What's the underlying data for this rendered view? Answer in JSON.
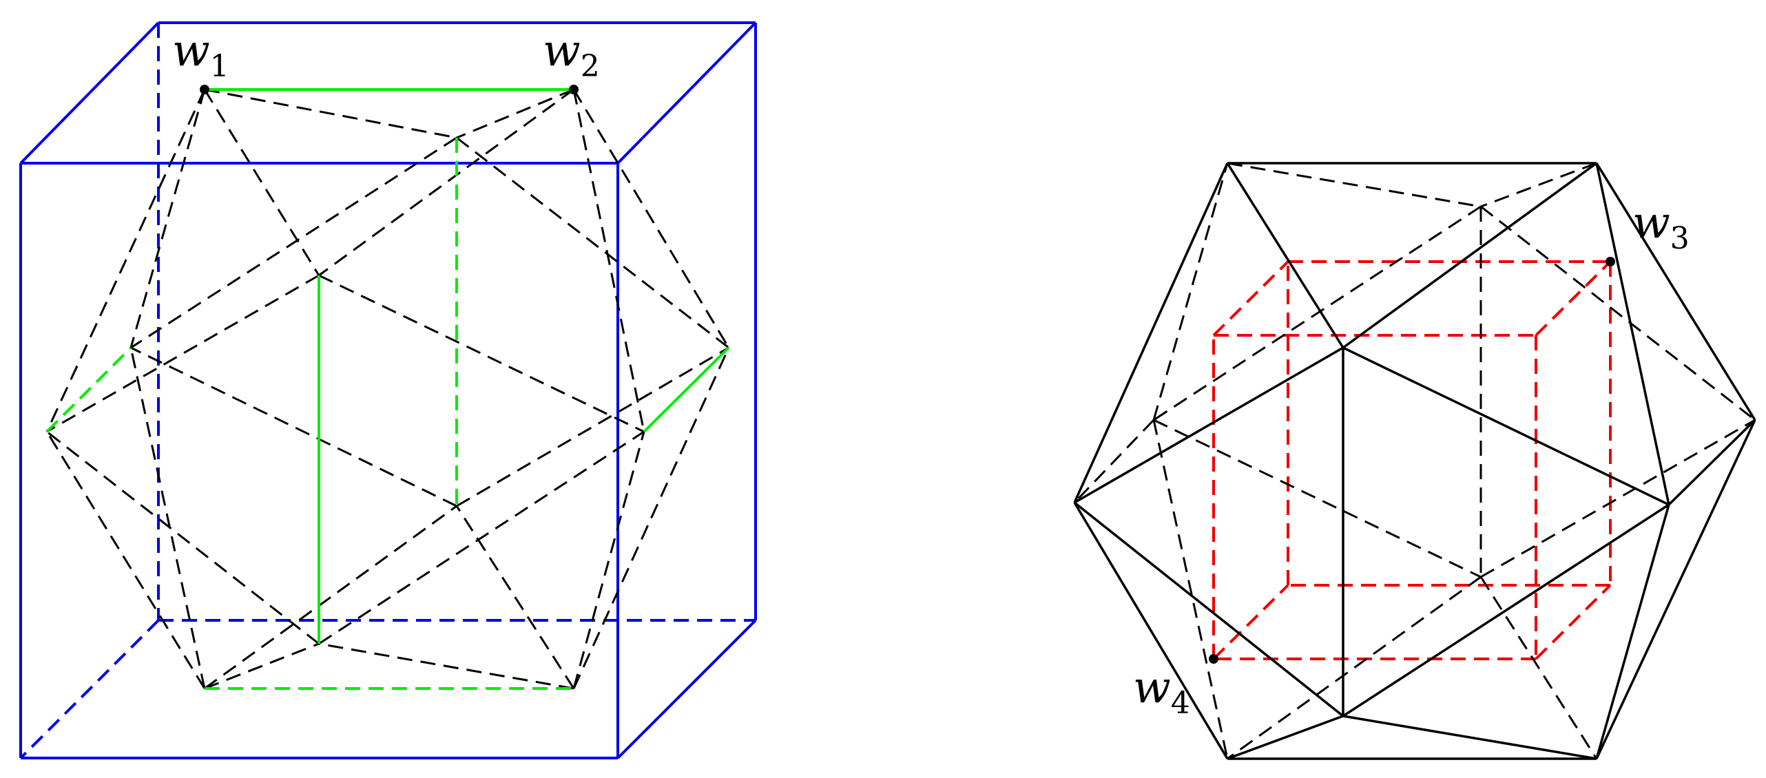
{
  "colors": {
    "ink": "#000000",
    "cube": "#0000ee",
    "highlight": "#00ee00",
    "inner_cube": "#ee0000",
    "background": "#ffffff"
  },
  "figures": [
    {
      "id": "left-figure",
      "labels": [
        {
          "id": "w1",
          "letter": "w",
          "index": "1"
        },
        {
          "id": "w2",
          "letter": "w",
          "index": "2"
        }
      ]
    },
    {
      "id": "right-figure",
      "labels": [
        {
          "id": "w3",
          "letter": "w",
          "index": "3"
        },
        {
          "id": "w4",
          "letter": "w",
          "index": "4"
        }
      ]
    }
  ]
}
